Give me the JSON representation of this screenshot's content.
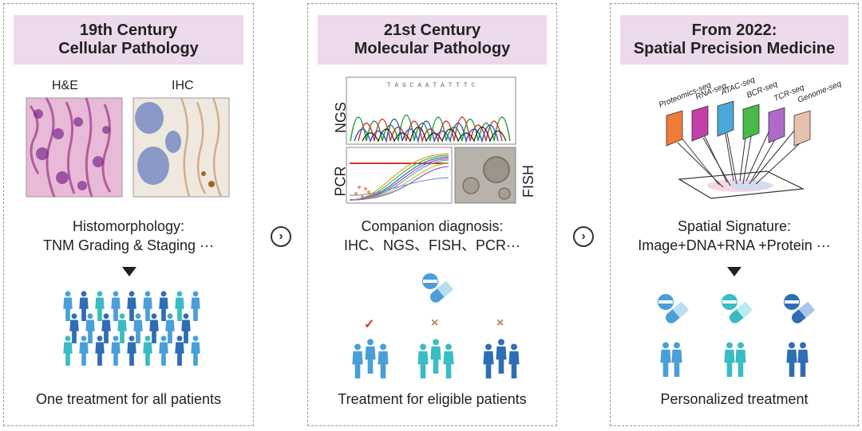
{
  "panels": [
    {
      "title_line1": "19th Century",
      "title_line2": "Cellular Pathology",
      "image_labels": [
        "H&E",
        "IHC"
      ],
      "caption_line1": "Histomorphology:",
      "caption_line2": "TNM Grading & Staging ···",
      "footer": "One treatment for all patients"
    },
    {
      "title_line1": "21st Century",
      "title_line2": "Molecular Pathology",
      "image_labels": [
        "NGS",
        "PCR",
        "FISH"
      ],
      "sequence": "T A G C A A T A T T T C",
      "caption_line1": "Companion diagnosis:",
      "caption_line2": "IHC、NGS、FISH、PCR···",
      "footer": "Treatment for eligible patients",
      "markers": [
        "✓",
        "×",
        "×"
      ]
    },
    {
      "title_line1": "From 2022:",
      "title_line2": "Spatial  Precision Medicine",
      "layer_labels": [
        "Proteomics-seq",
        "RNA-seq",
        "ATAC-seq",
        "BCR-seq",
        "TCR-seq",
        "Genome-seq"
      ],
      "caption_line1": "Spatial Signature:",
      "caption_line2": "Image+DNA+RNA +Protein ···",
      "footer": "Personalized treatment"
    }
  ],
  "colors": {
    "header_bg": "#ecd9ec",
    "people_dark": "#2f6db5",
    "people_mid": "#4a9fd8",
    "people_teal": "#3bbcc4",
    "check": "#d23a2a",
    "cross": "#b0875a"
  },
  "icons": [
    "chevron-right-icon",
    "pill-icon",
    "person-icon",
    "triangle-down-icon"
  ]
}
